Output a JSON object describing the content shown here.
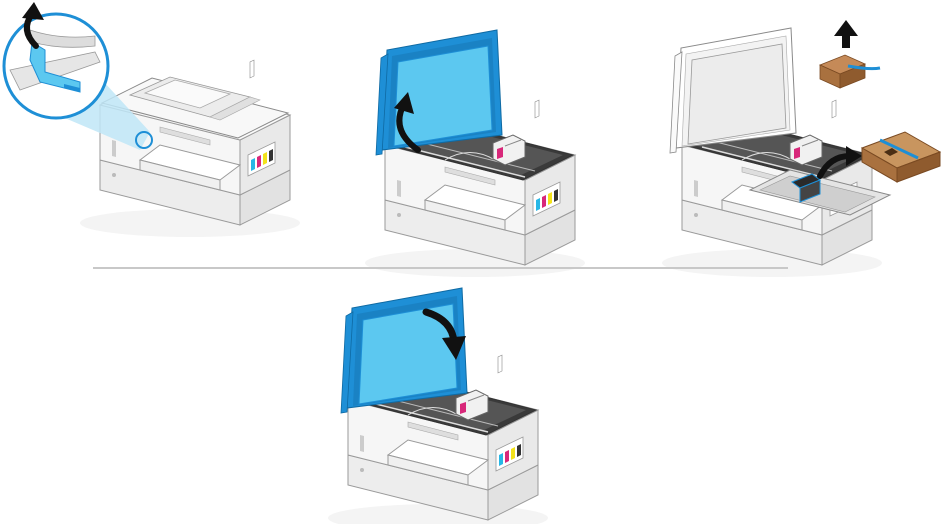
{
  "panels": [
    {
      "step": 1,
      "icons": [
        "printer-icon",
        "tape-removal-icon",
        "magnifier-callout-icon",
        "lift-arrow-icon"
      ]
    },
    {
      "step": 2,
      "icons": [
        "printer-icon",
        "open-scanner-lid-icon",
        "lift-arrow-icon"
      ]
    },
    {
      "step": 3,
      "icons": [
        "printer-icon",
        "packing-material-icon",
        "remove-arrow-icon",
        "cardboard-box-icon"
      ]
    },
    {
      "step": 4,
      "icons": [
        "printer-icon",
        "close-scanner-lid-icon",
        "lower-arrow-icon"
      ]
    }
  ],
  "colors": {
    "lid_blue": "#1e8fd6",
    "lid_blue_light": "#5cc8f0",
    "printer_body": "#f2f2f2",
    "printer_outline": "#9a9a9a",
    "cardboard": "#b07a4a",
    "arrow": "#111111",
    "divider": "#c8c8c8",
    "ink_cyan": "#27b7e6",
    "ink_magenta": "#d8287a",
    "ink_yellow": "#f3e21a",
    "ink_black": "#333333"
  }
}
